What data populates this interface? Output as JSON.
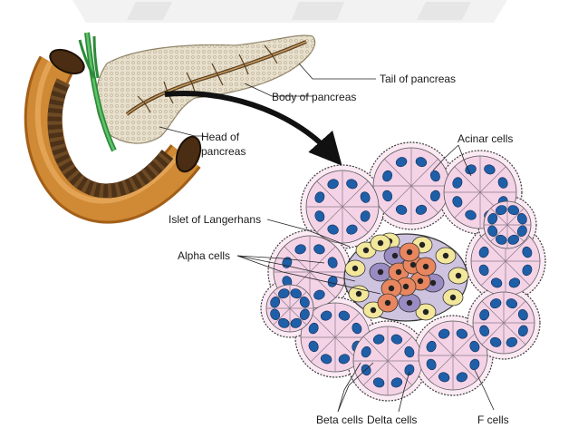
{
  "labels": {
    "tail": "Tail of pancreas",
    "body": "Body of pancreas",
    "head_line1": "Head of",
    "head_line2": "pancreas",
    "acinar": "Acinar cells",
    "islet": "Islet of Langerhans",
    "alpha": "Alpha cells",
    "beta": "Beta cells",
    "delta": "Delta cells",
    "f": "F cells"
  },
  "colors": {
    "watermark": "#ececec",
    "duodenum_outer": "#c77b26",
    "duodenum_inner": "#5a3a1c",
    "bile_duct": "#3ea84a",
    "pancreas_tissue": "#e5dcc7",
    "pancreatic_duct": "#7a5a34",
    "acinar_fill": "#f4d3e6",
    "nucleus": "#1f5fa8",
    "alpha_cell": "#f3e79b",
    "beta_cell": "#e8875f",
    "delta_cell": "#9a8cc2",
    "arrow": "#111111"
  }
}
